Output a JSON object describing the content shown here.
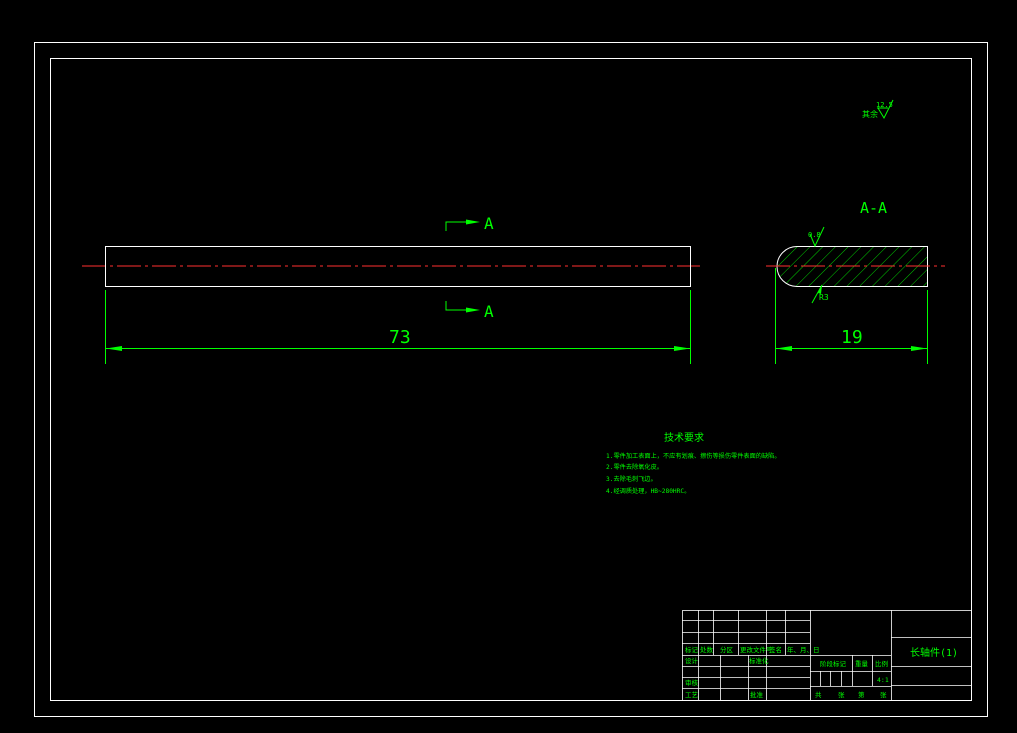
{
  "main_view": {
    "section_label_top": "A",
    "section_label_bottom": "A",
    "length_dim": "73"
  },
  "section_view": {
    "title": "A-A",
    "width_dim": "19",
    "roughness_top": "0.8",
    "radius_label": "R3"
  },
  "roughness_note": {
    "prefix": "其余",
    "value": "12.5"
  },
  "tech_requirements": {
    "title": "技术要求",
    "items": [
      "1.零件加工表面上，不应有划痕、擦伤等损伤零件表面的缺陷。",
      "2.零件去除氧化皮。",
      "3.去除毛刺飞边。",
      "4.经调质处理，HB~280HRC。"
    ]
  },
  "title_block": {
    "part_name": "长轴件(1)",
    "row_labels": [
      "标记",
      "处数",
      "分区",
      "更改文件号",
      "签名",
      "年、月、日"
    ],
    "design": "设计",
    "standardize": "标准化",
    "review": "审核",
    "process": "工艺",
    "approve": "批准",
    "stage_mark": "阶段标记",
    "weight": "重量",
    "scale_label": "比例",
    "scale_value": "4:1",
    "sheets_total": "共",
    "sheet_unit": "张",
    "sheet_no": "第",
    "sheet_unit2": "张"
  },
  "colors": {
    "background": "#000000",
    "frame": "#ffffff",
    "dimension": "#00ff00",
    "centerline": "#ff0000"
  }
}
